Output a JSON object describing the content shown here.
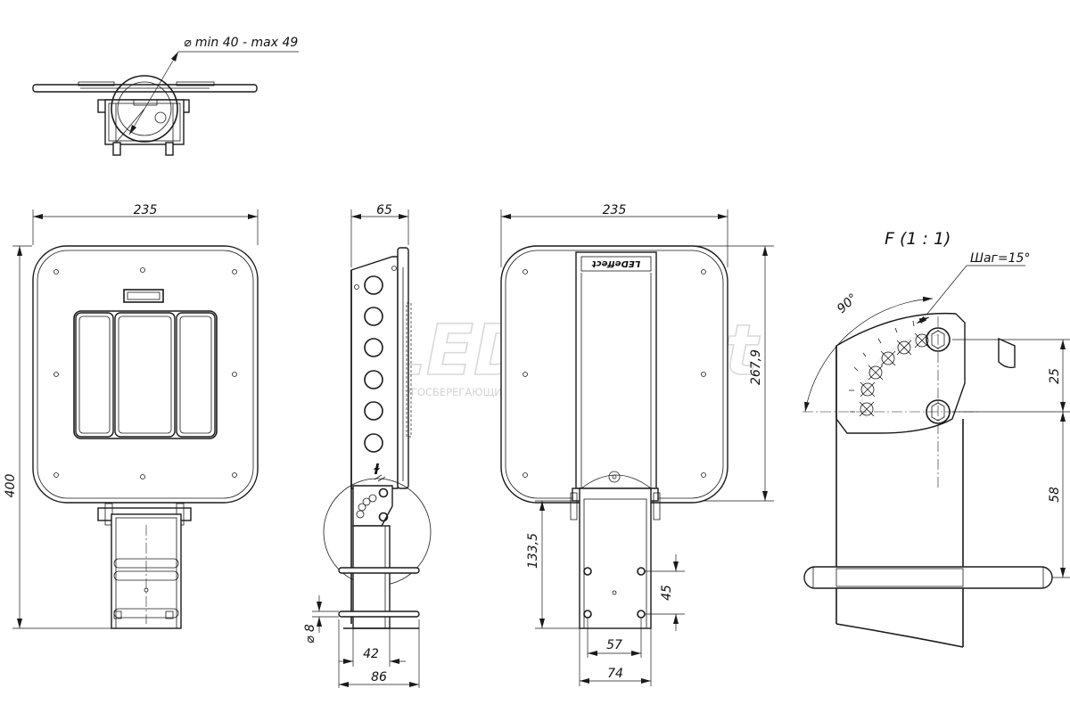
{
  "watermark": {
    "brand": "LEDeffect",
    "registered": "®",
    "tagline": "ЭНЕРГОСБЕРЕГАЮЩИЕ СИСТЕМЫ ОСВЕЩЕНИЯ"
  },
  "views": {
    "top": {
      "pipe_diameter": "min 40 - max 49"
    },
    "front": {
      "width": "235",
      "height": "400"
    },
    "side": {
      "depth": "65",
      "bolt_diameter": "8",
      "inner_width": "42",
      "outer_width": "86"
    },
    "rear": {
      "width": "235",
      "body_height": "267,9",
      "bracket_height": "133,5",
      "hole_spacing_vertical": "45",
      "hole_spacing_horizontal": "57",
      "bracket_width": "74",
      "brand_label": "LEDeffect"
    },
    "detail": {
      "title": "F (1 : 1)",
      "step_label": "Шаг=15°",
      "angle_label": "90°",
      "dim_upper": "25",
      "dim_lower": "58"
    }
  }
}
